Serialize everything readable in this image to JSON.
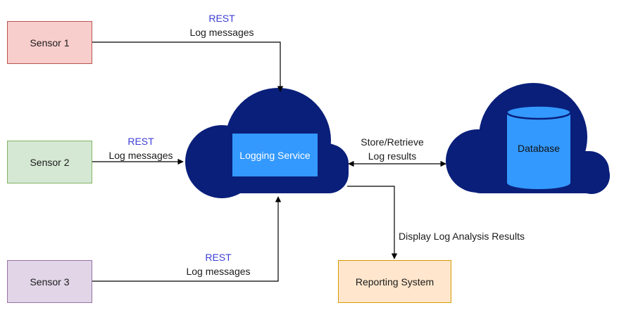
{
  "sensors": [
    {
      "label": "Sensor 1",
      "fill": "#f8cecc",
      "stroke": "#b85450"
    },
    {
      "label": "Sensor 2",
      "fill": "#d5e8d4",
      "stroke": "#82b366"
    },
    {
      "label": "Sensor 3",
      "fill": "#e1d5e7",
      "stroke": "#9673a6"
    }
  ],
  "edges": {
    "sensor1": {
      "protocol": "REST",
      "message": "Log messages"
    },
    "sensor2": {
      "protocol": "REST",
      "message": "Log messages"
    },
    "sensor3": {
      "protocol": "REST",
      "message": "Log messages"
    },
    "store": {
      "line1": "Store/Retrieve",
      "line2": "Log results"
    },
    "report": {
      "label": "Display Log Analysis Results"
    }
  },
  "logging_service": {
    "label": "Logging Service"
  },
  "database": {
    "label": "Database"
  },
  "reporting_system": {
    "label": "Reporting System",
    "fill": "#ffe6cc",
    "stroke": "#d79b00"
  },
  "colors": {
    "cloud": "#0a1f7a",
    "service_box": "#3399ff",
    "protocol_text": "#3d3dd6",
    "edge": "#000000"
  }
}
